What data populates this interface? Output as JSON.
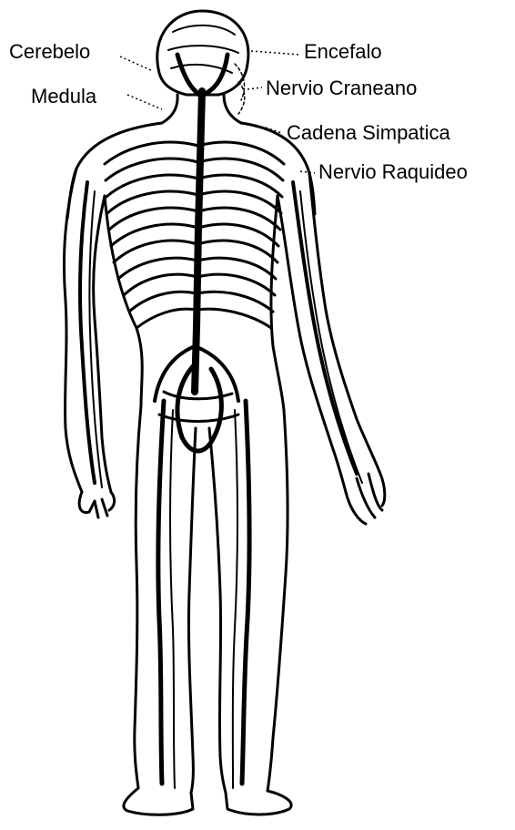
{
  "diagram": {
    "labels": {
      "cerebelo": "Cerebelo",
      "medula": "Medula",
      "encefalo": "Encefalo",
      "nervio_craneano": "Nervio Craneano",
      "cadena_simpatica": "Cadena Simpatica",
      "nervio_raquideo": "Nervio Raquideo"
    },
    "colors": {
      "ink": "#000000",
      "background": "#ffffff"
    }
  }
}
